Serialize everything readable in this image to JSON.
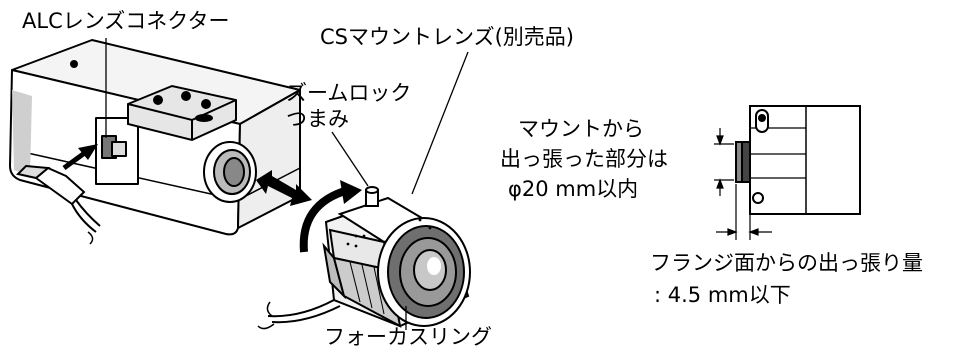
{
  "labels": {
    "alc_connector": "ALCレンズコネクター",
    "cs_lens": "CSマウントレンズ(別売品)",
    "zoom_lock_line1": "ズームロック",
    "zoom_lock_line2": "つまみ",
    "mount_line1": "マウントから",
    "mount_line2": "出っ張った部分は",
    "mount_line3": "φ20 mm以内",
    "flange_line1": "フランジ面からの出っ張り量",
    "flange_line2": ": 4.5 mm以下",
    "focus_ring": "フォーカスリング"
  }
}
